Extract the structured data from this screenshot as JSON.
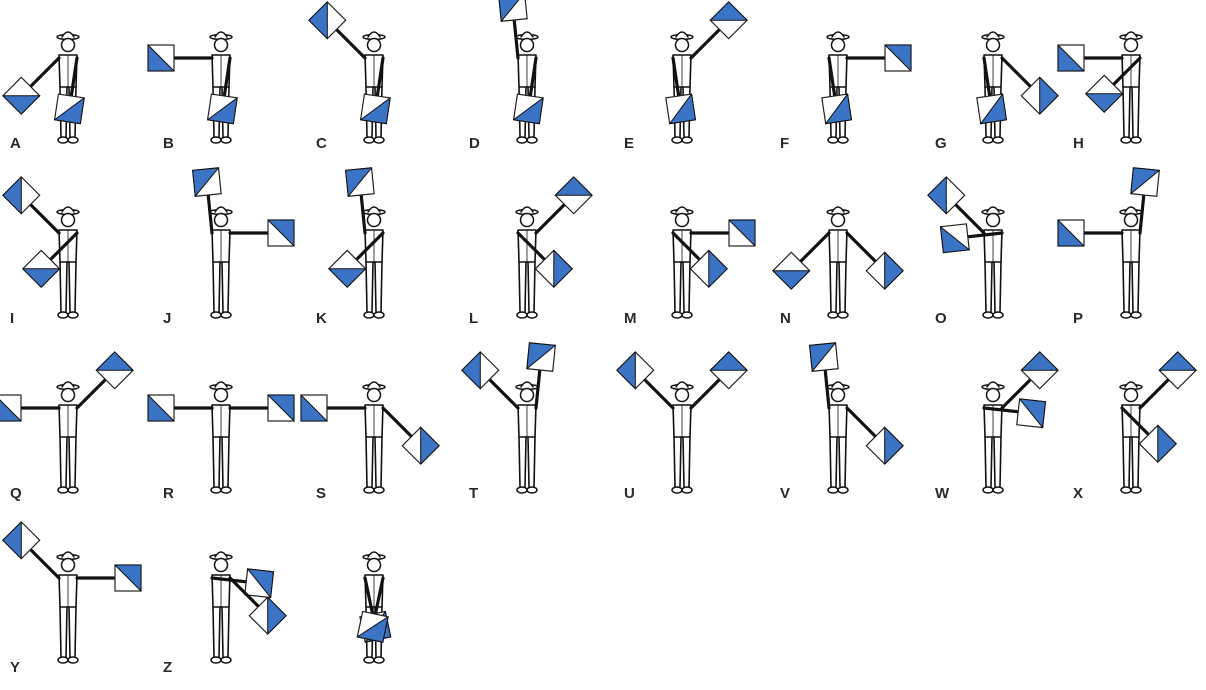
{
  "colors": {
    "flag_blue": "#3b74c5",
    "flag_white": "#ffffff",
    "ink": "#111111",
    "background": "#ffffff"
  },
  "signals": [
    {
      "letter": "A",
      "left_arm": "low",
      "right_arm": "down"
    },
    {
      "letter": "B",
      "left_arm": "side",
      "right_arm": "down"
    },
    {
      "letter": "C",
      "left_arm": "high",
      "right_arm": "down"
    },
    {
      "letter": "D",
      "left_arm": "up",
      "right_arm": "down"
    },
    {
      "letter": "E",
      "left_arm": "down",
      "right_arm": "high"
    },
    {
      "letter": "F",
      "left_arm": "down",
      "right_arm": "side"
    },
    {
      "letter": "G",
      "left_arm": "down",
      "right_arm": "low"
    },
    {
      "letter": "H",
      "left_arm": "side",
      "right_arm": "across_low"
    },
    {
      "letter": "I",
      "left_arm": "high",
      "right_arm": "across_low"
    },
    {
      "letter": "J",
      "left_arm": "up",
      "right_arm": "side"
    },
    {
      "letter": "K",
      "left_arm": "up",
      "right_arm": "across_low"
    },
    {
      "letter": "L",
      "left_arm": "across_low",
      "right_arm": "high"
    },
    {
      "letter": "M",
      "left_arm": "across_low",
      "right_arm": "side"
    },
    {
      "letter": "N",
      "left_arm": "low",
      "right_arm": "low"
    },
    {
      "letter": "O",
      "left_arm": "high",
      "right_arm": "across_side"
    },
    {
      "letter": "P",
      "left_arm": "side",
      "right_arm": "up"
    },
    {
      "letter": "Q",
      "left_arm": "side",
      "right_arm": "high"
    },
    {
      "letter": "R",
      "left_arm": "side",
      "right_arm": "side"
    },
    {
      "letter": "S",
      "left_arm": "side",
      "right_arm": "low"
    },
    {
      "letter": "T",
      "left_arm": "high",
      "right_arm": "up"
    },
    {
      "letter": "U",
      "left_arm": "high",
      "right_arm": "high"
    },
    {
      "letter": "V",
      "left_arm": "up",
      "right_arm": "low"
    },
    {
      "letter": "W",
      "left_arm": "across_side",
      "right_arm": "high"
    },
    {
      "letter": "X",
      "left_arm": "across_low",
      "right_arm": "high"
    },
    {
      "letter": "Y",
      "left_arm": "high",
      "right_arm": "side"
    },
    {
      "letter": "Z",
      "left_arm": "across_side",
      "right_arm": "low"
    },
    {
      "letter": "",
      "left_arm": "rest",
      "right_arm": "rest"
    }
  ]
}
